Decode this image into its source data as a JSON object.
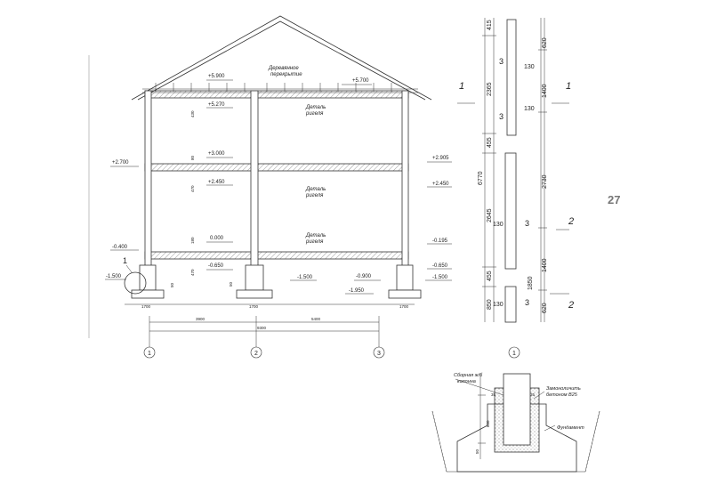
{
  "page_number": "27",
  "section": {
    "level_marks": {
      "roof_left": "+5.900",
      "roof_right": "+5.700",
      "ceil2": "+5.270",
      "floor2_top": "+3.000",
      "floor2_left": "+2.700",
      "floor2_right": "+2.905",
      "ceil1": "+2.450",
      "ceil1_right": "+2.450",
      "floor1": "0.000",
      "floor1_left": "-0.400",
      "floor1_right": "-0.195",
      "base_center": "-0.650",
      "base_right": "-0.650",
      "found_left": "-1.500",
      "found_center": "-1.500",
      "found_right_top": "-0.900",
      "found_right": "-1.500",
      "found_bottom": "-1.950"
    },
    "labels": {
      "roof_slab": [
        "Деревянное",
        "перекрытие"
      ],
      "beam_top": [
        "Деталь",
        "ригеля"
      ],
      "beam_mid": [
        "Деталь",
        "ригеля"
      ],
      "beam_bottom": [
        "Деталь",
        "ригеля"
      ],
      "node": "1"
    },
    "small_dims": {
      "story2": "430",
      "slab2": "80",
      "story1": "470",
      "slab1": "180",
      "base": "470",
      "foot_a": "50",
      "foot_b": "50"
    },
    "footing_width": "1700",
    "spans": {
      "left": "3900",
      "right": "5400",
      "total": "9300"
    },
    "axes": [
      "1",
      "2",
      "3"
    ]
  },
  "column": {
    "left_dims": [
      "415",
      "2365",
      "455",
      "2645",
      "455",
      "850"
    ],
    "total": "6770",
    "right_dims": [
      "620",
      "1400",
      "2730",
      "1400",
      "620"
    ],
    "mid_dims": [
      "130",
      "130",
      "130",
      "130",
      "1850"
    ],
    "marker": "3",
    "cut1": "1",
    "cut2": "2",
    "axis": "1"
  },
  "foundation_detail": {
    "labels": {
      "column": [
        "Сборная ж/б",
        "колонна"
      ],
      "grout": [
        "Замоноличить",
        "бетоном В25"
      ],
      "foundation": "Фундамент"
    },
    "dims": {
      "gap_l": "35",
      "gap_r": "35",
      "depth": "600",
      "bottom": "50"
    }
  }
}
